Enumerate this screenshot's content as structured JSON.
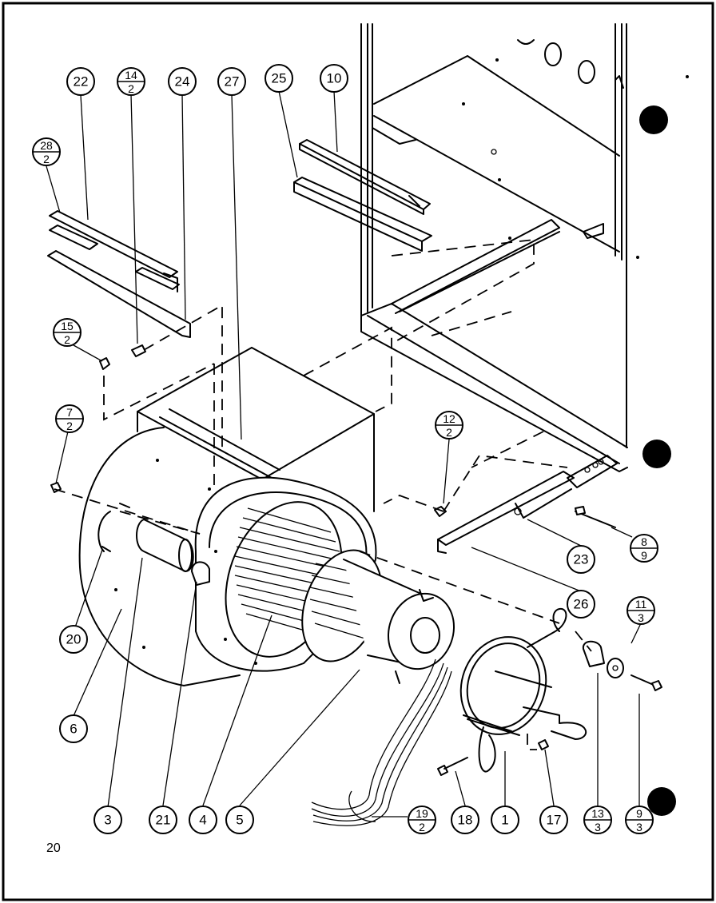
{
  "page_number": "20",
  "callouts": {
    "c22": "22",
    "c24": "24",
    "c27": "27",
    "c25": "25",
    "c10": "10",
    "c23": "23",
    "c26": "26",
    "c20": "20",
    "c6": "6",
    "c3": "3",
    "c21": "21",
    "c4": "4",
    "c5": "5",
    "c18": "18",
    "c1": "1",
    "c17": "17"
  },
  "fractions": {
    "f14": {
      "num": "14",
      "den": "2"
    },
    "f28": {
      "num": "28",
      "den": "2"
    },
    "f15": {
      "num": "15",
      "den": "2"
    },
    "f7": {
      "num": "7",
      "den": "2"
    },
    "f12": {
      "num": "12",
      "den": "2"
    },
    "f8": {
      "num": "8",
      "den": "9"
    },
    "f11": {
      "num": "11",
      "den": "3"
    },
    "f19": {
      "num": "19",
      "den": "2"
    },
    "f13": {
      "num": "13",
      "den": "3"
    },
    "f9": {
      "num": "9",
      "den": "3"
    }
  }
}
